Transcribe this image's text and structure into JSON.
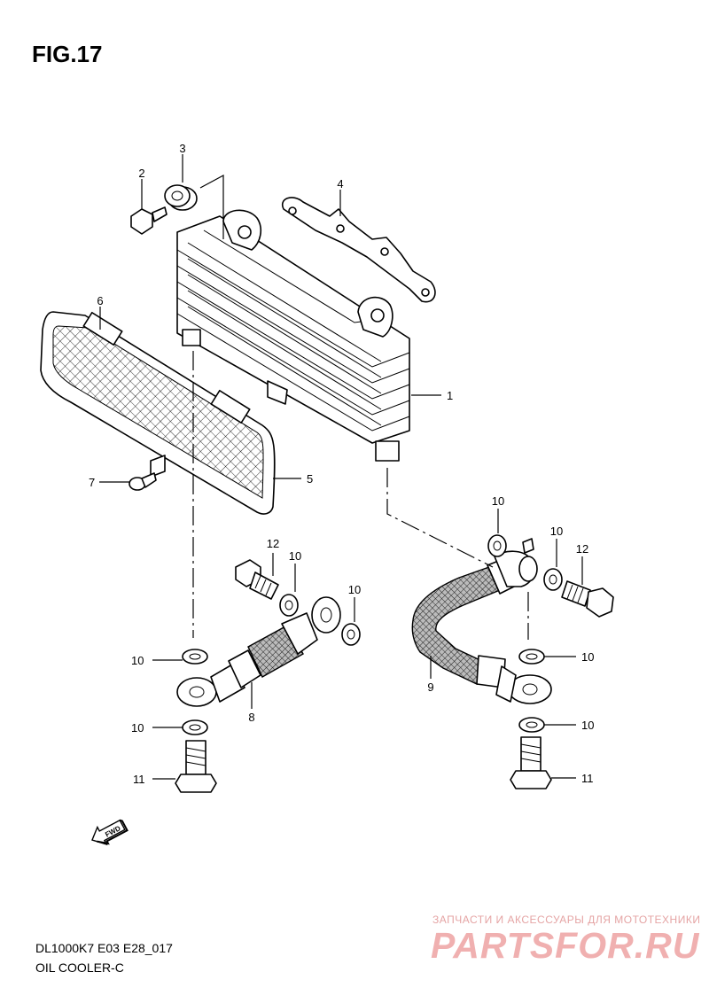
{
  "figure": {
    "title": "FIG.17"
  },
  "footer": {
    "model_code": "DL1000K7 E03 E28_017",
    "section_name": "OIL COOLER-C"
  },
  "watermark": {
    "tagline": "ЗАПЧАСТИ И АКСЕССУАРЫ ДЛЯ МОТОТЕХНИКИ",
    "logo": "PARTSFOR.RU",
    "color": "#f0b0b0"
  },
  "fwd_label": "FWD",
  "callouts": {
    "c1": "1",
    "c2": "2",
    "c3": "3",
    "c4": "4",
    "c5": "5",
    "c6": "6",
    "c7": "7",
    "c8": "8",
    "c9": "9",
    "c10a": "10",
    "c10b": "10",
    "c10c": "10",
    "c10d": "10",
    "c10e": "10",
    "c10f": "10",
    "c10g": "10",
    "c10h": "10",
    "c11a": "11",
    "c11b": "11",
    "c12a": "12",
    "c12b": "12"
  }
}
